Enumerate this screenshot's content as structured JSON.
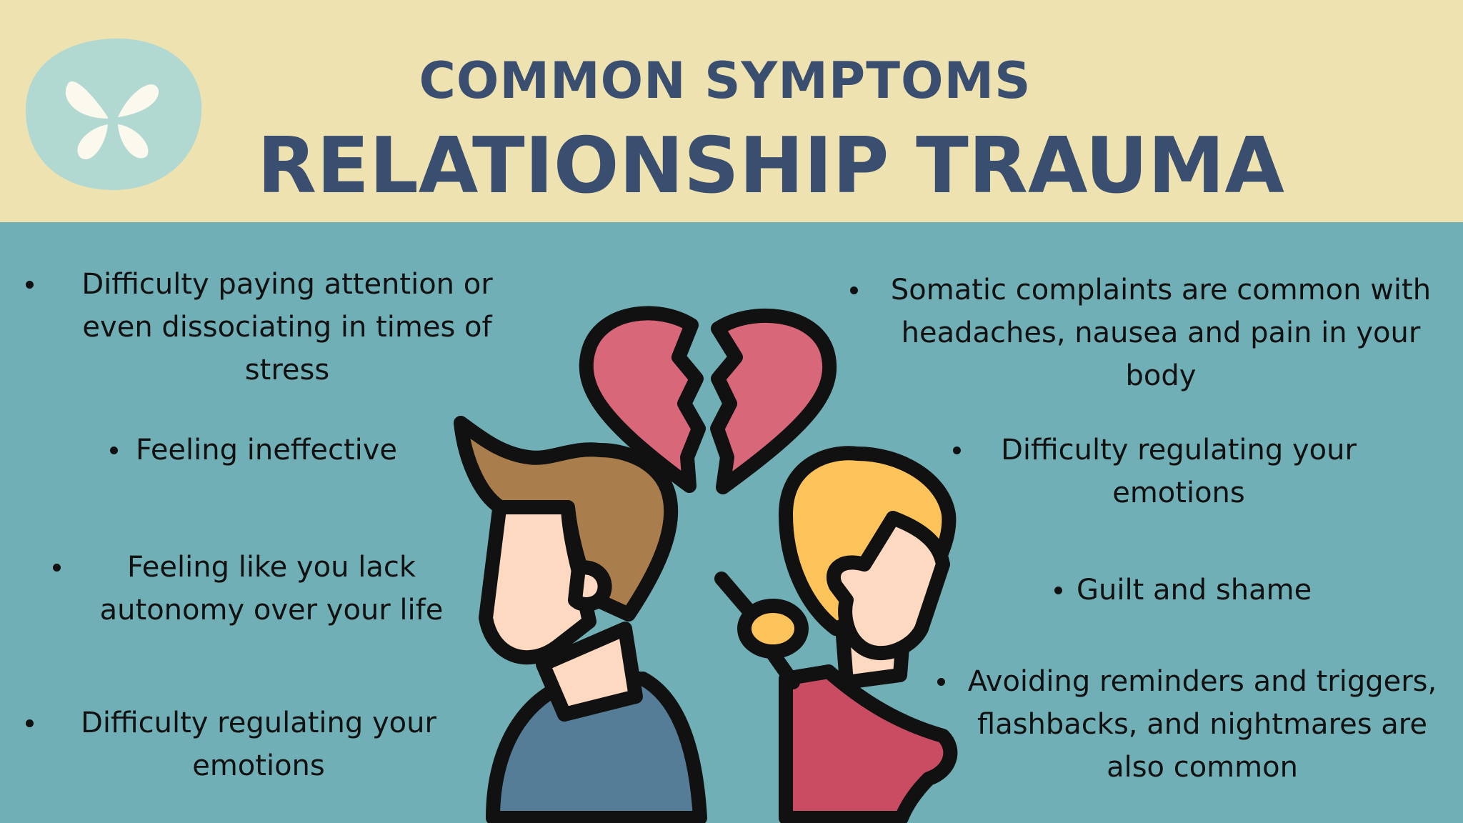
{
  "header": {
    "kicker": "COMMON SYMPTOMS",
    "title": "RELATIONSHIP TRAUMA",
    "logo_icon": "butterfly-icon"
  },
  "left_items": [
    {
      "text": "Difficulty paying attention or even dissociating in times of stress"
    },
    {
      "text": "Feeling ineffective"
    },
    {
      "text": "Feeling like you lack autonomy over your life"
    },
    {
      "text": "Difficulty regulating your emotions"
    }
  ],
  "right_items": [
    {
      "text": "Somatic complaints are common with headaches, nausea and pain in your body"
    },
    {
      "text": "Difficulty regulating your emotions"
    },
    {
      "text": "Guilt and shame"
    },
    {
      "text": "Avoiding reminders and triggers, flashbacks, and nightmares are also common"
    }
  ],
  "illustration": {
    "icon": "broken-heart-couple-icon"
  },
  "colors": {
    "header_bg": "#ede2b0",
    "body_bg": "#71afb6",
    "title_text": "#3a4e6f",
    "logo_bg": "#b1d9d1",
    "heart": "#d9677a"
  }
}
